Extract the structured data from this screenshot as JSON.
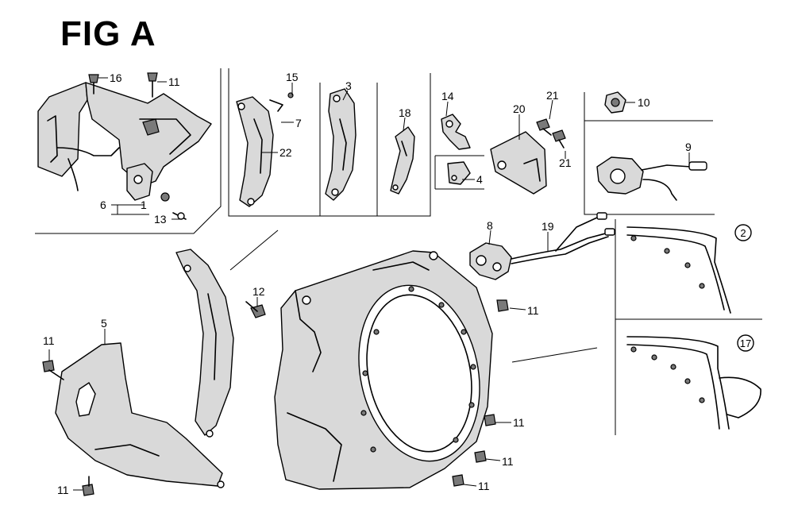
{
  "figure": {
    "title": "FIG A"
  },
  "callouts": {
    "c16": "16",
    "c11_top": "11",
    "c6": "6",
    "c1": "1",
    "c13": "13",
    "c15": "15",
    "c7": "7",
    "c22": "22",
    "c3": "3",
    "c18": "18",
    "c14": "14",
    "c4": "4",
    "c20": "20",
    "c21_a": "21",
    "c21_b": "21",
    "c10": "10",
    "c9": "9",
    "c8": "8",
    "c19": "19",
    "c11_shroud_top": "11",
    "c12": "12",
    "c5": "5",
    "c11_left_top": "11",
    "c11_left_bottom": "11",
    "c11_b1": "11",
    "c11_b2": "11",
    "c11_b3": "11",
    "c2": "2",
    "c17": "17"
  }
}
